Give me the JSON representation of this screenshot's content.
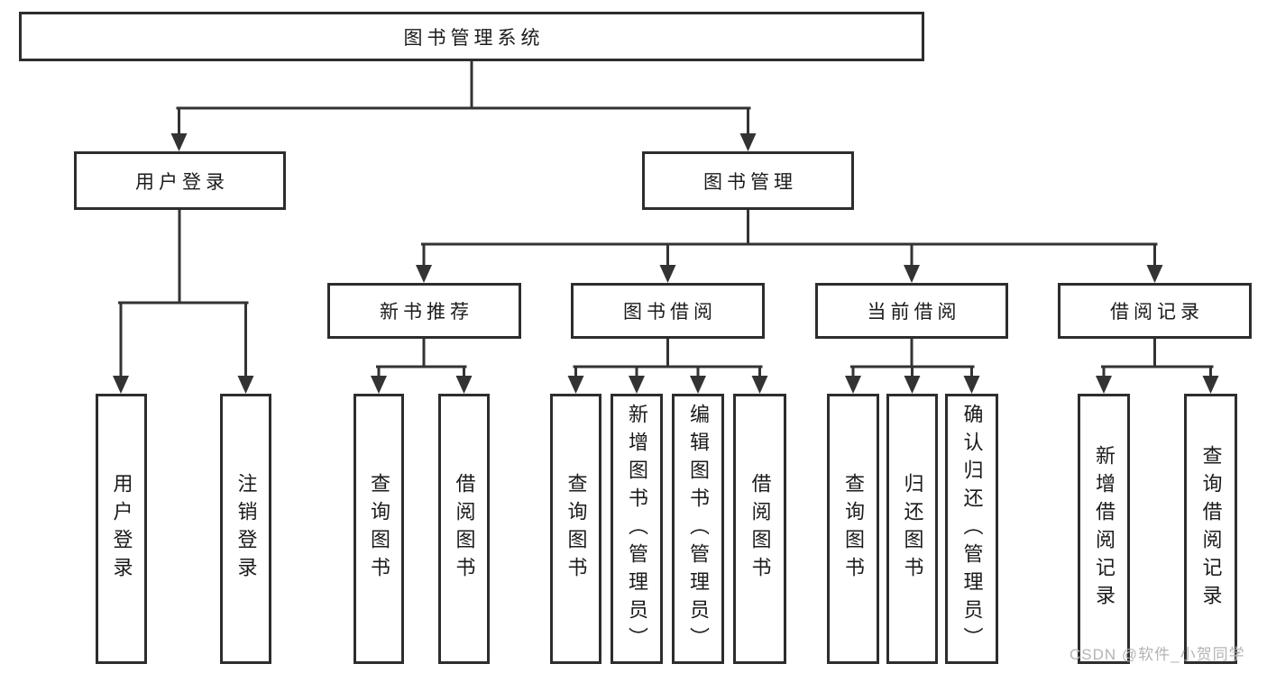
{
  "colors": {
    "line": "#333333",
    "box_border": "#2d2d2d",
    "text": "#1b1b1b",
    "watermark": "#b4b4b4"
  },
  "diagram": {
    "root": "图书管理系统",
    "level2": [
      "用户登录",
      "图书管理"
    ],
    "level3": [
      "新书推荐",
      "图书借阅",
      "当前借阅",
      "借阅记录"
    ],
    "leaves": [
      "用户登录",
      "注销登录",
      "查询图书",
      "借阅图书",
      "查询图书",
      "新增图书（管理员）",
      "编辑图书（管理员）",
      "借阅图书",
      "查询图书",
      "归还图书",
      "确认归还（管理员）",
      "新增借阅记录",
      "查询借阅记录"
    ]
  },
  "watermark": "CSDN @软件_小贺同学"
}
